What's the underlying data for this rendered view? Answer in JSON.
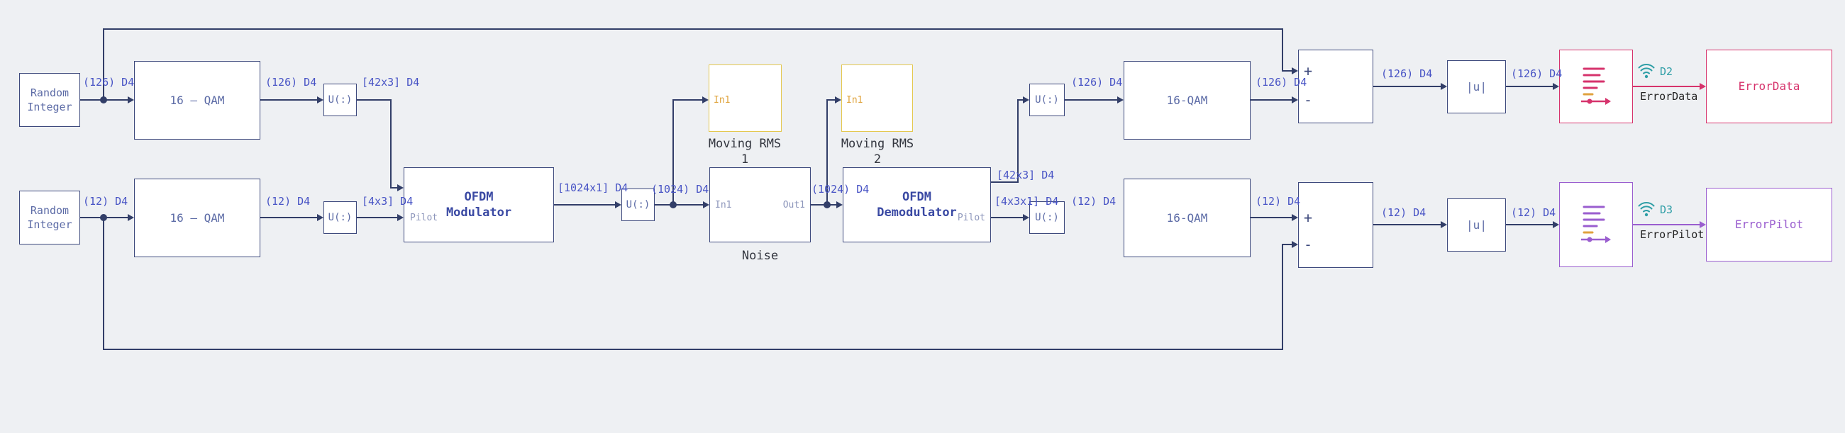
{
  "colors": {
    "background": "#eef0f3",
    "wire": "#323e68",
    "block_border": "#3e4a7d",
    "signal_label": "#4753c5",
    "rms_border": "#e4c84f",
    "rms_port": "#dfa33c",
    "data_accent": "#d6336c",
    "pilot_accent": "#9a5ecf",
    "wireless": "#2e9ea6"
  },
  "blocks": {
    "random_integer_data": {
      "label": "Random Integer"
    },
    "random_integer_pilot": {
      "label": "Random Integer"
    },
    "qam_mod_data": {
      "label": "16 – QAM"
    },
    "qam_mod_pilot": {
      "label": "16 – QAM"
    },
    "reshape_data_tx": {
      "label": "U(:)"
    },
    "reshape_pilot_tx": {
      "label": "U(:)"
    },
    "reshape_tx_out": {
      "label": "U(:)"
    },
    "reshape_data_rx": {
      "label": "U(:)"
    },
    "reshape_pilot_rx": {
      "label": "U(:)"
    },
    "ofdm_modulator": {
      "title": "OFDM Modulator",
      "pilot_port": "Pilot"
    },
    "ofdm_demodulator": {
      "title": "OFDM Demodulator",
      "pilot_port": "Pilot"
    },
    "moving_rms_1": {
      "in_port": "In1",
      "caption": "Moving RMS 1"
    },
    "moving_rms_2": {
      "in_port": "In1",
      "caption": "Moving RMS 2"
    },
    "noise": {
      "in_port": "In1",
      "out_port": "Out1",
      "caption": "Noise"
    },
    "qam_demod_data": {
      "label": "16-QAM"
    },
    "qam_demod_pilot": {
      "label": "16-QAM"
    },
    "sum_data": {
      "plus": "+",
      "minus": "-"
    },
    "sum_pilot": {
      "plus": "+",
      "minus": "-"
    },
    "abs_data": {
      "label": "|u|"
    },
    "abs_pilot": {
      "label": "|u|"
    },
    "display_error_data": {
      "label": "ErrorData"
    },
    "display_error_pilot": {
      "label": "ErrorPilot"
    }
  },
  "logging": {
    "data": {
      "tag": "D2",
      "name": "ErrorData"
    },
    "pilot": {
      "tag": "D3",
      "name": "ErrorPilot"
    }
  },
  "signals": {
    "randint_data": "(126) D4",
    "qam_data": "(126) D4",
    "reshape_data": "[42x3] D4",
    "randint_pilot": "(12) D4",
    "qam_pilot": "(12) D4",
    "reshape_pilot": "[4x3] D4",
    "mod_out": "[1024x1] D4",
    "reshape_mid": "(1024) D4",
    "noise_out": "(1024) D4",
    "demod_data": "[42x3] D4",
    "demod_pilot": "[4x3x1] D4",
    "reshape_data_rx": "(126) D4",
    "qam_data_rx": "(126) D4",
    "sum_data": "(126) D4",
    "abs_data": "(126) D4",
    "reshape_pilot_rx": "(12) D4",
    "qam_pilot_rx": "(12) D4",
    "sum_pilot": "(12) D4",
    "abs_pilot": "(12) D4"
  }
}
